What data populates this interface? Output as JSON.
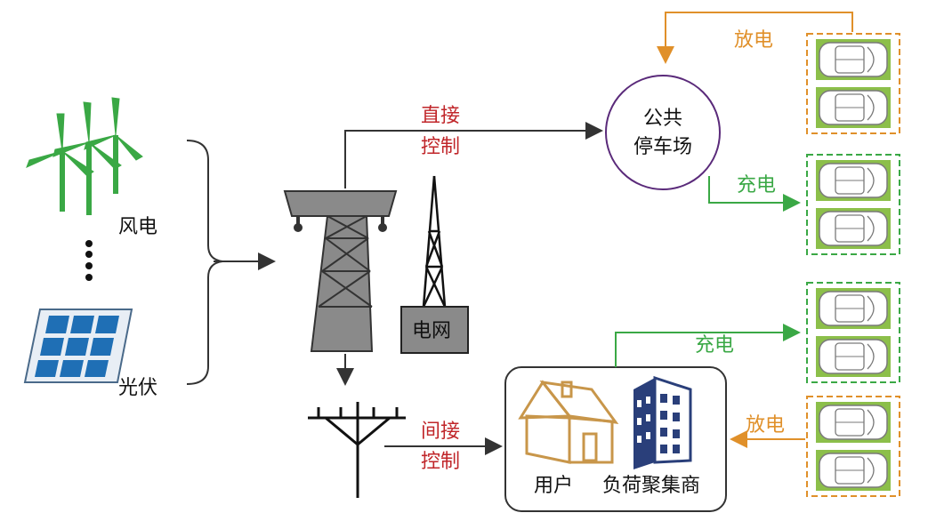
{
  "sources": {
    "wind_label": "风电",
    "solar_label": "光伏"
  },
  "grid": {
    "label": "电网"
  },
  "control": {
    "direct_line1": "直接",
    "direct_line2": "控制",
    "indirect_line1": "间接",
    "indirect_line2": "控制"
  },
  "parking": {
    "line1": "公共",
    "line2": "停车场"
  },
  "flows": {
    "discharge_top": "放电",
    "charge_top": "充电",
    "charge_bottom": "充电",
    "discharge_bottom": "放电"
  },
  "aggregator": {
    "user_label": "用户",
    "aggregator_label": "负荷聚集商"
  },
  "colors": {
    "direct_control_text": "#c0262a",
    "discharge": "#e0902a",
    "charge": "#3aa845",
    "parking_circle": "#5a2a7a",
    "tower_gray": "#8a8a8a",
    "panel_blue": "#1f6fb5",
    "turbine_green": "#3aa845",
    "house_tan": "#c8964a",
    "building_navy": "#2a3f7a",
    "ev_strip_green": "#8cbf4a"
  }
}
